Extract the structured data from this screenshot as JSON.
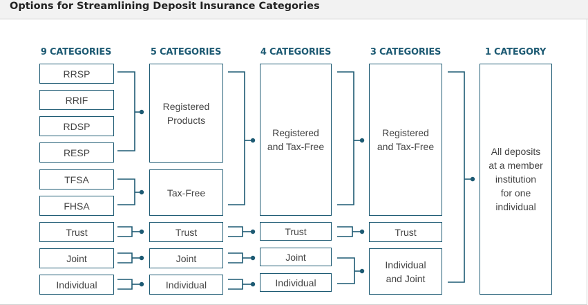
{
  "title": "Options for Streamlining Deposit Insurance Categories",
  "colors": {
    "accent": "#1d5a73",
    "text": "#444444",
    "title_bar": "#f2f2f2"
  },
  "columns": [
    {
      "header": "9 CATEGORIES",
      "boxes": [
        "RRSP",
        "RRIF",
        "RDSP",
        "RESP",
        "TFSA",
        "FHSA",
        "Trust",
        "Joint",
        "Individual"
      ]
    },
    {
      "header": "5 CATEGORIES",
      "boxes": [
        "Registered\nProducts",
        "Tax-Free",
        "Trust",
        "Joint",
        "Individual"
      ]
    },
    {
      "header": "4 CATEGORIES",
      "boxes": [
        "Registered\nand Tax-Free",
        "Trust",
        "Joint",
        "Individual"
      ]
    },
    {
      "header": "3 CATEGORIES",
      "boxes": [
        "Registered\nand Tax-Free",
        "Trust",
        "Individual\nand Joint"
      ]
    },
    {
      "header": "1 CATEGORY",
      "boxes": [
        "All deposits\nat a member\ninstitution\nfor one\nindividual"
      ]
    }
  ]
}
